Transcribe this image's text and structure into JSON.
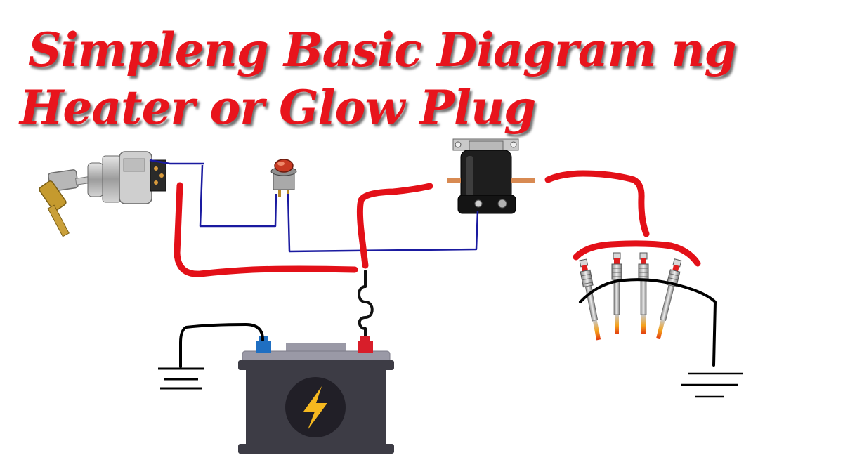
{
  "title": {
    "line1": "Simpleng Basic Diagram ng",
    "line2": "Heater or Glow Plug"
  },
  "colors": {
    "title": "#e8141c",
    "power_wire": "#e31018",
    "signal_wire": "#1a1aa0",
    "ground_wire": "#000000",
    "battery_body": "#3d3c45",
    "battery_lid": "#9a99a6",
    "battery_pos_terminal": "#d81e2a",
    "battery_neg_terminal": "#1f6fc2",
    "bolt": "#f5b81f"
  },
  "components": [
    {
      "name": "ignition-switch-with-keys",
      "icon": "key-icon"
    },
    {
      "name": "push-button",
      "icon": "push-button-icon"
    },
    {
      "name": "starter-solenoid-relay",
      "icon": "relay-icon"
    },
    {
      "name": "fuse",
      "icon": "fuse-icon"
    },
    {
      "name": "battery",
      "icon": "battery-icon"
    },
    {
      "name": "glow-plugs",
      "count": 4,
      "icon": "glow-plug-icon"
    },
    {
      "name": "ground-symbol",
      "count": 2,
      "icon": "ground-icon"
    }
  ]
}
